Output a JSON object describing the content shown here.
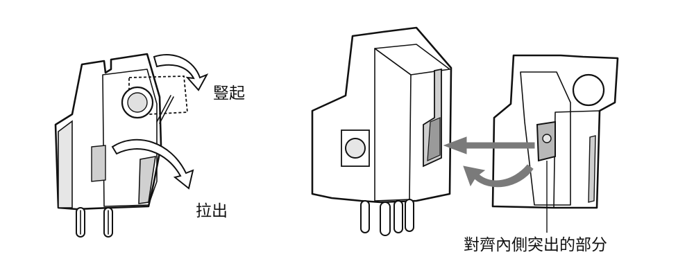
{
  "labels": {
    "raise": "豎起",
    "pull_out": "拉出",
    "align_protrusion": "對齊內側突出的部分"
  },
  "colors": {
    "outline": "#111111",
    "body_fill": "#ffffff",
    "shade_light": "#e6e6e6",
    "shade_mid": "#c8c8c8",
    "shade_dark": "#9a9a9a",
    "arrow_fill": "#7a7a7a"
  }
}
